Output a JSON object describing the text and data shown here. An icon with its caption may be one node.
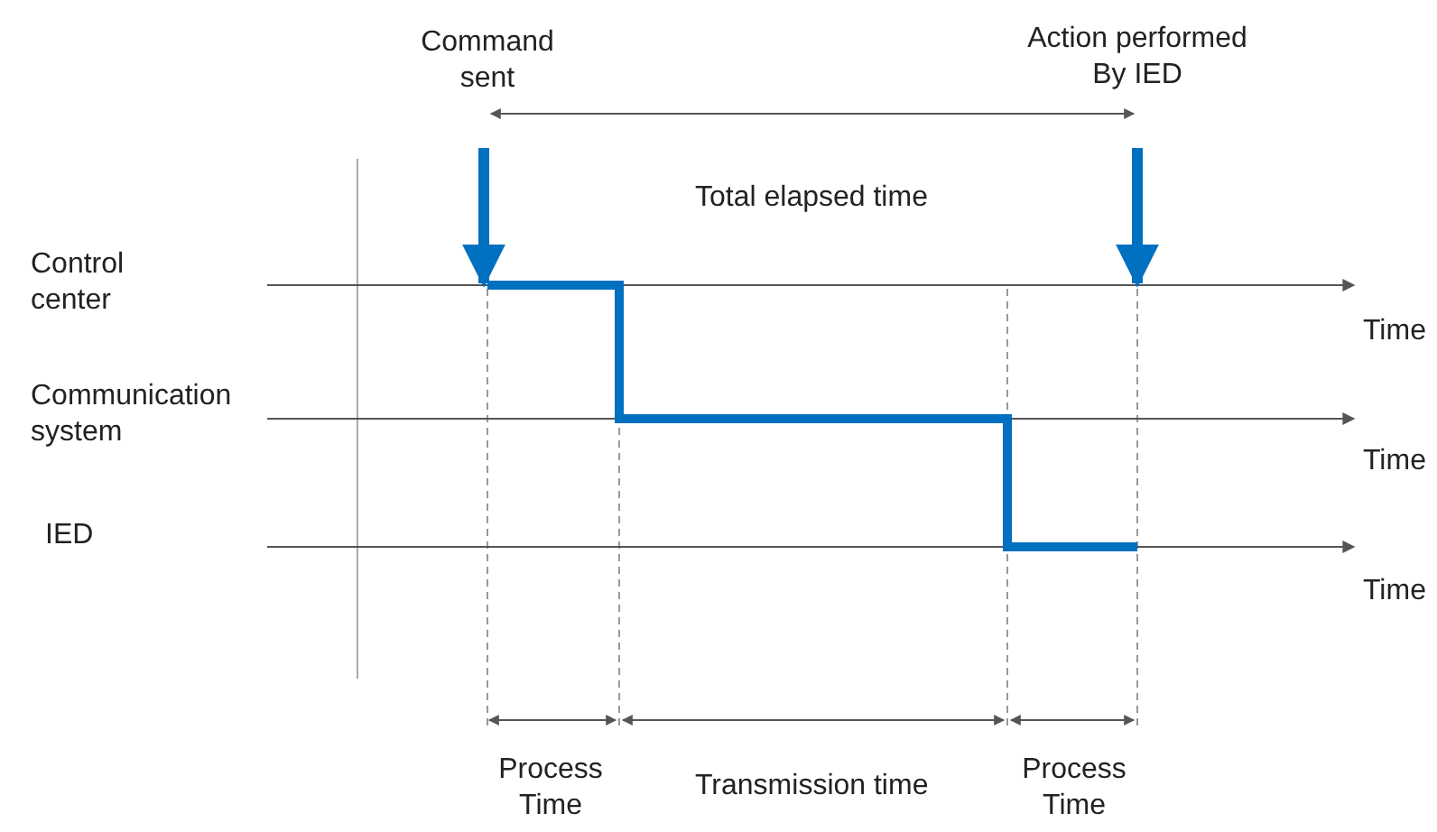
{
  "diagram": {
    "labels": [
      "Command sent",
      "Action performed By IED",
      "Total elapsed time",
      "Control center",
      "Time",
      "Communication system",
      "Time",
      "IED",
      "Time",
      "Process Time",
      "Transmission time",
      "Process Time"
    ]
  }
}
